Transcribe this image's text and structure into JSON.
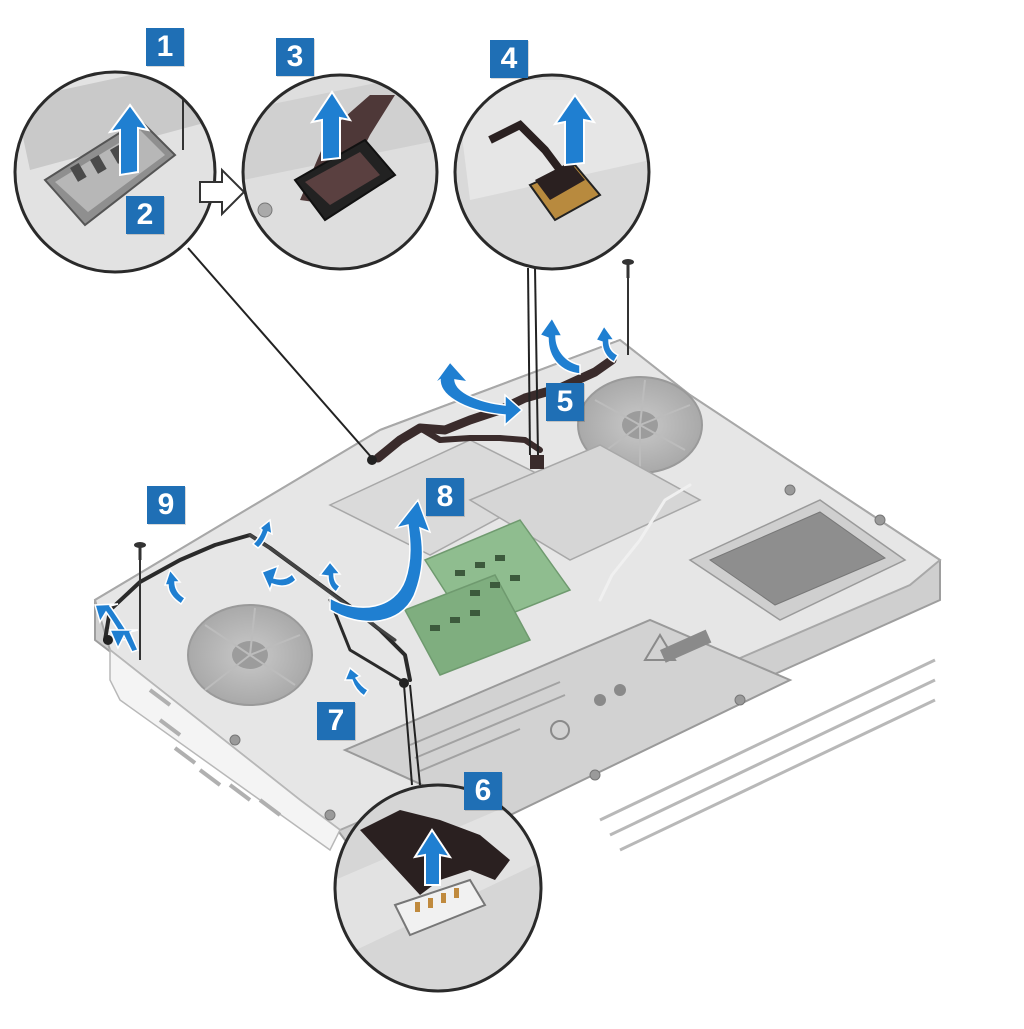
{
  "figure": {
    "subject": "laptop base with cables and callouts",
    "colors": {
      "badge_fill": "#1f6fb5",
      "badge_text": "#ffffff",
      "arrow_fill": "#1f7fd1",
      "arrow_light": "#5aa6e6",
      "chassis_light": "#ececec",
      "chassis_mid": "#d9d9d9",
      "chassis_dark": "#b5b5b5",
      "cable_dark": "#3a2b2b",
      "ram_green": "#7fae7f"
    }
  },
  "callouts": [
    {
      "step": "1"
    },
    {
      "step": "2"
    },
    {
      "step": "3"
    },
    {
      "step": "4"
    },
    {
      "step": "5"
    },
    {
      "step": "6"
    },
    {
      "step": "7"
    },
    {
      "step": "8"
    },
    {
      "step": "9"
    }
  ],
  "icons": {
    "transition_arrow": "hollow-right-arrow-icon",
    "lift_arrow": "lift-arrow-icon",
    "screw": "screw-icon",
    "fan": "fan-icon"
  }
}
